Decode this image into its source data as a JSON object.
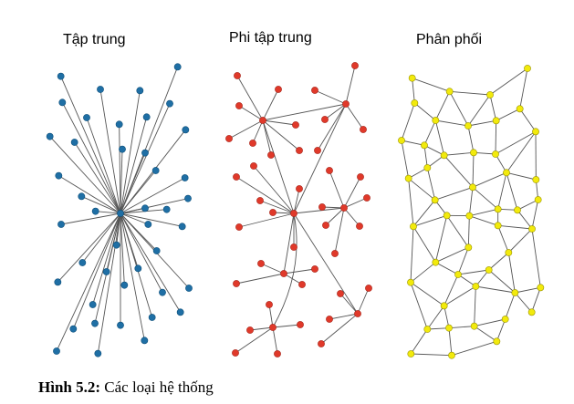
{
  "titles": {
    "centralized": "Tập trung",
    "decentralized": "Phi tập trung",
    "distributed": "Phân phối"
  },
  "caption": {
    "label": "Hình 5.2:",
    "text": " Các loại hệ thống"
  },
  "colors": {
    "centralized_node": "#1f6fa5",
    "decentralized_node": "#e0392a",
    "distributed_node": "#f2ea0c",
    "edge": "#555555"
  }
}
